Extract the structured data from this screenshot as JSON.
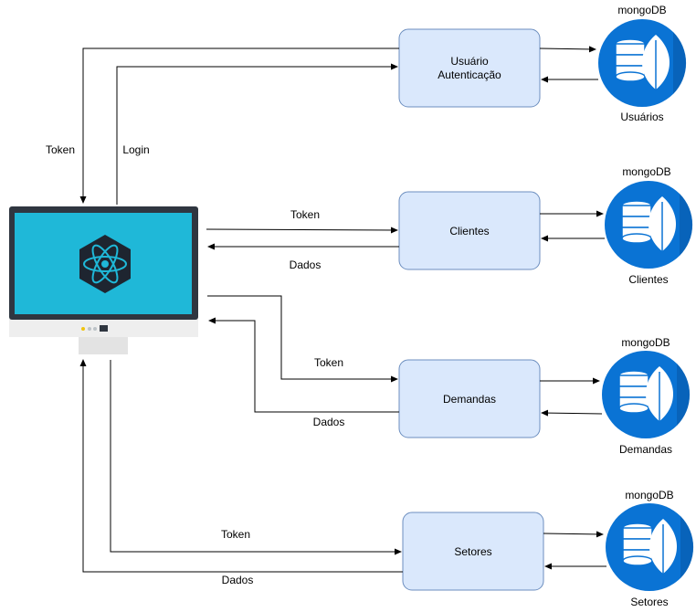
{
  "services": [
    {
      "id": "usuario",
      "lines": [
        "Usuário",
        "Autenticação"
      ]
    },
    {
      "id": "clientes",
      "lines": [
        "Clientes"
      ]
    },
    {
      "id": "demandas",
      "lines": [
        "Demandas"
      ]
    },
    {
      "id": "setores",
      "lines": [
        "Setores"
      ]
    }
  ],
  "databases": [
    {
      "id": "usuarios",
      "title": "mongoDB",
      "name": "Usuários"
    },
    {
      "id": "clientes",
      "title": "mongoDB",
      "name": "Clientes"
    },
    {
      "id": "demandas",
      "title": "mongoDB",
      "name": "Demandas"
    },
    {
      "id": "setores",
      "title": "mongoDB",
      "name": "Setores"
    }
  ],
  "edge_labels": {
    "usuario_token": "Token",
    "usuario_login": "Login",
    "clientes_token": "Token",
    "clientes_dados": "Dados",
    "demandas_token": "Token",
    "demandas_dados": "Dados",
    "setores_token": "Token",
    "setores_dados": "Dados"
  },
  "colors": {
    "box_fill": "#dae8fc",
    "box_stroke": "#6c8ebf",
    "screen": "#1fb8d8",
    "monitor_frame": "#2f3640",
    "mongo_blue": "#0a73d4",
    "mongo_dark": "#0659a8",
    "react_hex": "#1e2530",
    "react_atom": "#1fb8d8"
  }
}
